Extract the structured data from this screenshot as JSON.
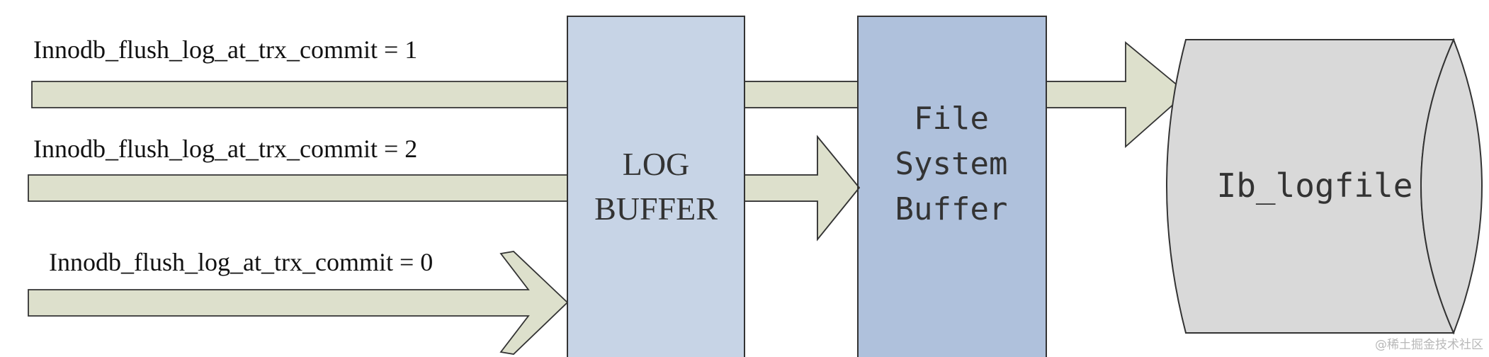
{
  "settings": [
    {
      "label": "Innodb_flush_log_at_trx_commit = 1"
    },
    {
      "label": "Innodb_flush_log_at_trx_commit = 2"
    },
    {
      "label": "Innodb_flush_log_at_trx_commit = 0"
    }
  ],
  "log_buffer": {
    "line1": "LOG",
    "line2": "BUFFER"
  },
  "fs_buffer": {
    "line1": "File",
    "line2": "System",
    "line3": "Buffer"
  },
  "logfile": {
    "label": "Ib_logfile"
  },
  "watermark": "@稀土掘金技术社区",
  "colors": {
    "arrow": "#dde0cc",
    "log_buffer": "#c7d4e6",
    "fs_buffer": "#afc1dc",
    "logfile": "#d9d9d9"
  }
}
